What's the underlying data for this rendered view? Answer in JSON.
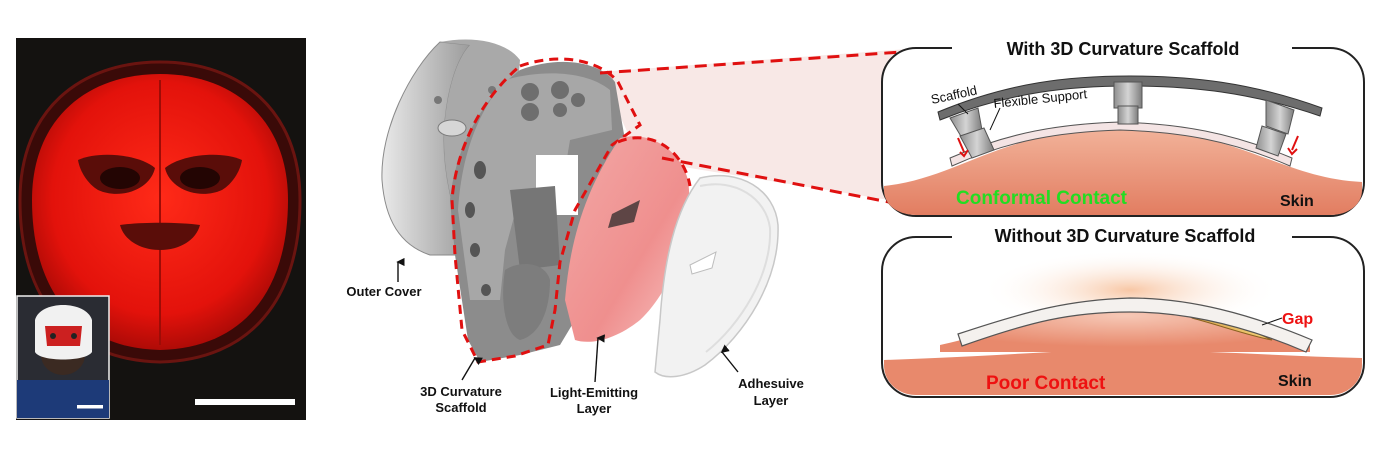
{
  "left_panel": {
    "has_inset_photo": true,
    "has_scale_bar": true,
    "glow_color": "#e5120c"
  },
  "exploded_view": {
    "labels": {
      "outer_cover": "Outer Cover",
      "scaffold_line1": "3D Curvature",
      "scaffold_line2": "Scaffold",
      "light_line1": "Light-Emitting",
      "light_line2": "Layer",
      "adhesive_line1": "Adhesuive",
      "adhesive_line2": "Layer"
    }
  },
  "top_panel": {
    "title": "With 3D Curvature Scaffold",
    "scaffold_label": "Scaffold",
    "support_label": "Flexible Support",
    "contact_label": "Conformal Contact",
    "skin_label": "Skin",
    "contact_color": "#22dd22"
  },
  "bottom_panel": {
    "title": "Without 3D Curvature Scaffold",
    "gap_label": "Gap",
    "contact_label": "Poor Contact",
    "skin_label": "Skin",
    "contact_color": "#ee1111"
  },
  "colors": {
    "dash_red": "#e01010",
    "skin": "#e88a6c"
  }
}
